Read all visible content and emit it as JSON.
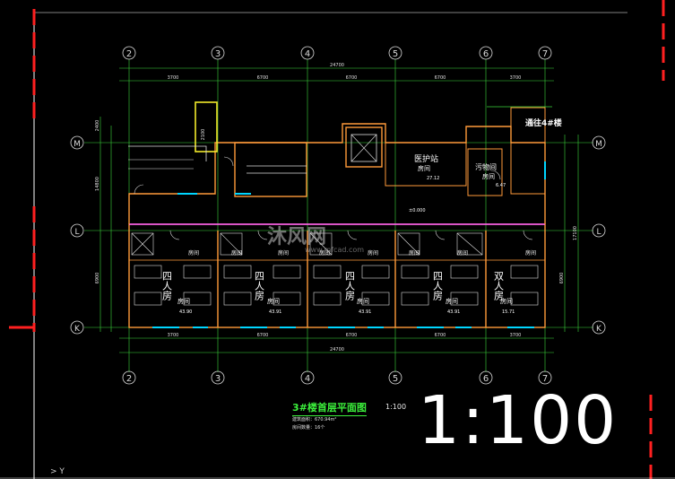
{
  "drawing": {
    "title": "3#楼首层平面图",
    "scale_suffix": "1:100",
    "note_area": "建筑面积：670.94m²",
    "note_units": "房间数量：16个",
    "big_scale": "1:100"
  },
  "axes": {
    "columns": [
      "2",
      "3",
      "4",
      "5",
      "6",
      "7"
    ],
    "rows": [
      "M",
      "L",
      "K"
    ]
  },
  "dimensions": {
    "spans": [
      "3700",
      "6700",
      "6700",
      "6700",
      "3700"
    ],
    "total": "24700",
    "right_segments": [
      "6900",
      "17100"
    ],
    "left_segments": [
      "2400",
      "14800",
      "6900"
    ]
  },
  "rooms": {
    "nurse_station": "医护站",
    "nurse_room": "房间",
    "nurse_area": "27.12",
    "dirty_room": "污物间",
    "dirty_sub": "房间",
    "dirty_area": "6.47",
    "stair": "通往4#楼",
    "corridor_level": "±0.000",
    "wards": [
      {
        "name": "四人房",
        "sub": "房间",
        "area": "43.90"
      },
      {
        "name": "四人房",
        "sub": "房间",
        "area": "43.91"
      },
      {
        "name": "四人房",
        "sub": "房间",
        "area": "43.91"
      },
      {
        "name": "四人房",
        "sub": "房间",
        "area": "43.91"
      },
      {
        "name": "双人房",
        "sub": "房间",
        "area": "15.71"
      }
    ],
    "bath_label": "房间",
    "stair_dim": "2100"
  },
  "watermark": {
    "brand": "沐风网",
    "url": "www.mfcad.com"
  },
  "colors": {
    "bg": "#000000",
    "axis": "#3cd63c",
    "wall": "#ff9a3a",
    "wall2": "#ff5cff",
    "glass": "#00d6ff",
    "text": "#ffffff",
    "bubble": "#d9d9d9",
    "frame": "#ff2020",
    "yellow": "#f2ea2a"
  }
}
